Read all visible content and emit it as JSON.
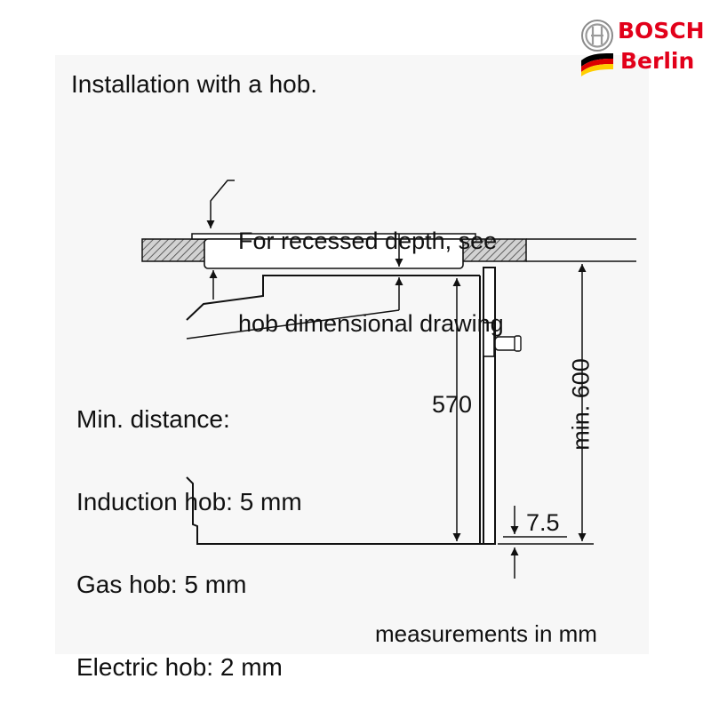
{
  "logo": {
    "brand": "BOSCH",
    "city": "Berlin",
    "brand_color": "#e2001a",
    "flag_colors": [
      "#000000",
      "#dd0000",
      "#ffce00"
    ]
  },
  "diagram": {
    "title": "Installation with a hob.",
    "recess_note": [
      "For recessed depth, see",
      "hob dimensional drawing"
    ],
    "min_distance": [
      "Min. distance:",
      "Induction hob: 5 mm",
      "Gas hob: 5 mm",
      "Electric hob: 2 mm"
    ],
    "dimensions": {
      "oven_height": "570",
      "cabinet_height": "min. 600",
      "base_offset": "7.5"
    },
    "units_note": "measurements in mm"
  }
}
